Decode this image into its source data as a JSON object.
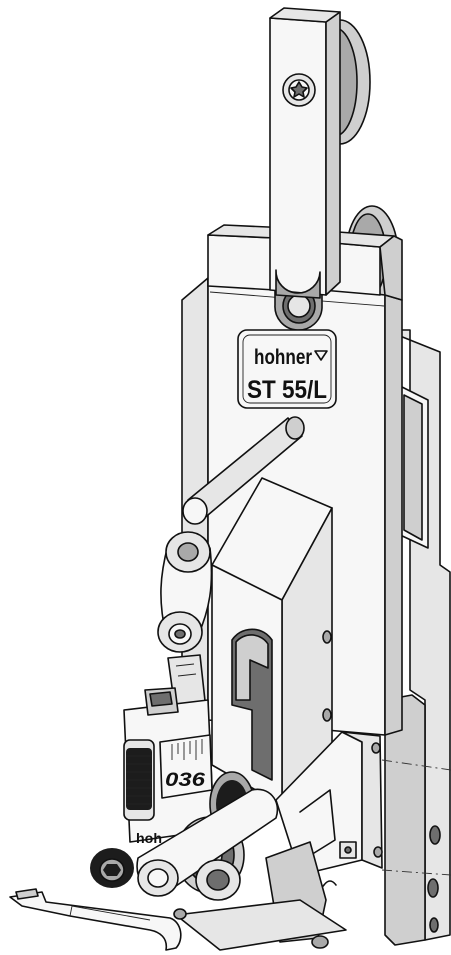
{
  "nameplate": {
    "brand": "hohner",
    "model": "ST 55/L"
  },
  "scale_dial": {
    "digits": "036"
  },
  "lower_plate": {
    "text": "hoh"
  }
}
